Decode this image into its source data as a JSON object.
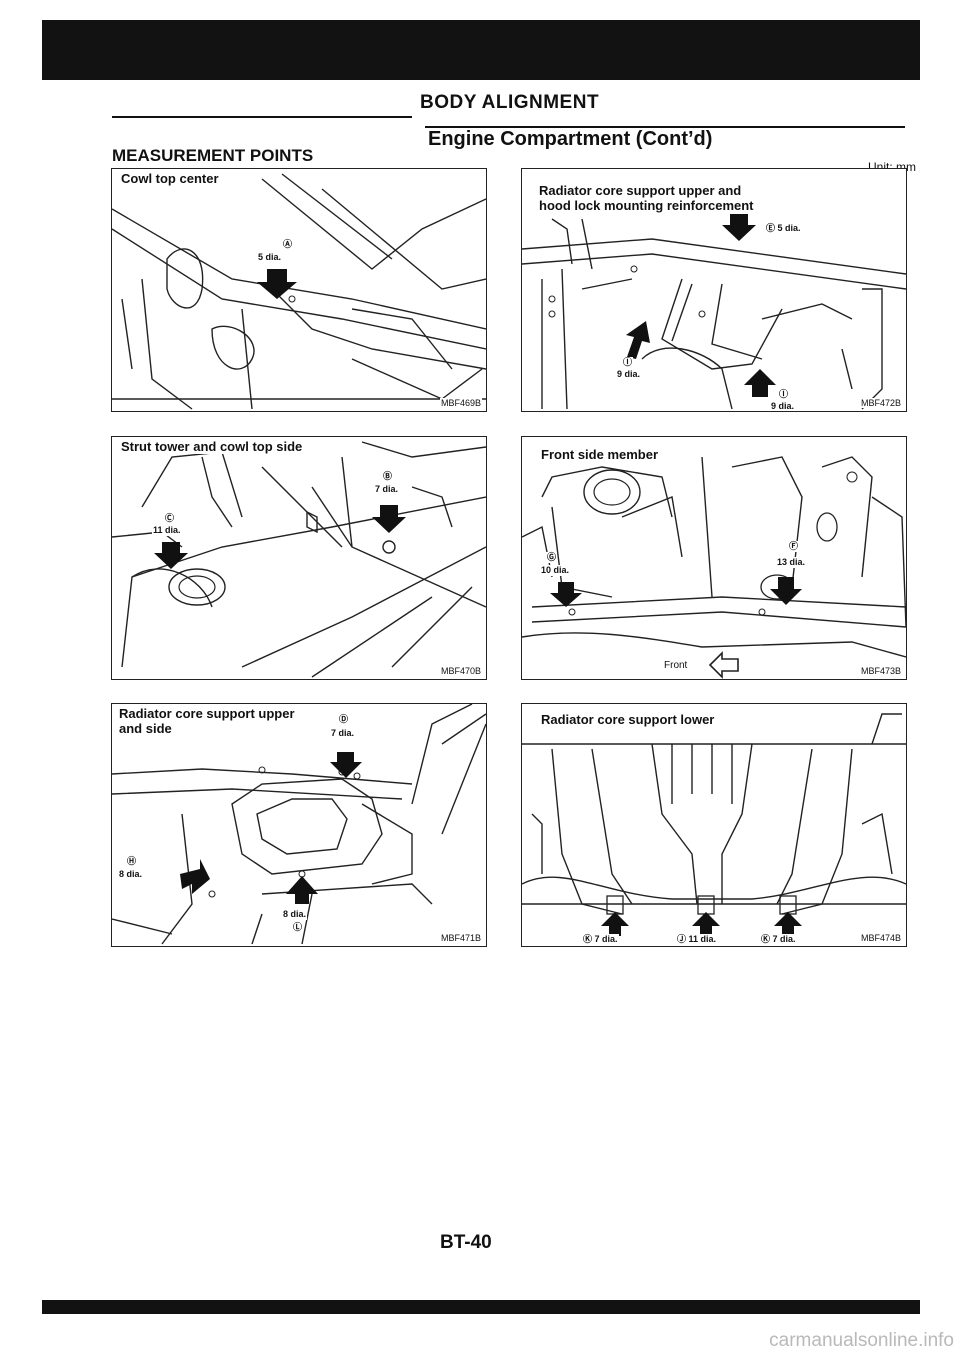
{
  "header": {
    "title": "BODY ALIGNMENT",
    "subtitle": "Engine Compartment (Cont’d)",
    "section": "MEASUREMENT POINTS",
    "unit": "Unit: mm"
  },
  "panels": {
    "cowl_top_center": {
      "label": "Cowl top center",
      "code": "MBF469B",
      "callouts": {
        "a": "Ⓐ",
        "a_dia": "5 dia."
      }
    },
    "strut_tower": {
      "label": "Strut tower and cowl top side",
      "code": "MBF470B",
      "callouts": {
        "b": "Ⓑ",
        "b_dia": "7 dia.",
        "c": "Ⓒ",
        "c_dia": "11 dia."
      }
    },
    "radiator_core_upper_side": {
      "label_line1": "Radiator core support upper",
      "label_line2": "and side",
      "code": "MBF471B",
      "callouts": {
        "d": "Ⓓ",
        "d_dia": "7 dia.",
        "h": "Ⓗ",
        "h_dia": "8 dia.",
        "l_dia": "8 dia.",
        "l": "Ⓛ"
      }
    },
    "radiator_core_hood_lock": {
      "label_line1": "Radiator core support upper and",
      "label_line2": "hood lock mounting reinforcement",
      "code": "MBF472B",
      "callouts": {
        "e": "Ⓔ 5 dia.",
        "i": "Ⓘ",
        "i_dia": "9 dia.",
        "o": "Ⓘ",
        "o_dia": "9 dia."
      }
    },
    "front_side_member": {
      "label": "Front side member",
      "code": "MBF473B",
      "front": "Front",
      "callouts": {
        "g": "Ⓖ",
        "g_dia": "10 dia.",
        "f": "Ⓕ",
        "f_dia": "13 dia."
      }
    },
    "radiator_core_lower": {
      "label": "Radiator core support lower",
      "code": "MBF474B",
      "callouts": {
        "k1": "Ⓚ 7 dia.",
        "j": "Ⓙ 11 dia.",
        "k2": "Ⓚ 7 dia."
      }
    }
  },
  "footer": {
    "page_number": "BT-40",
    "watermark": "carmanualsonline.info"
  }
}
